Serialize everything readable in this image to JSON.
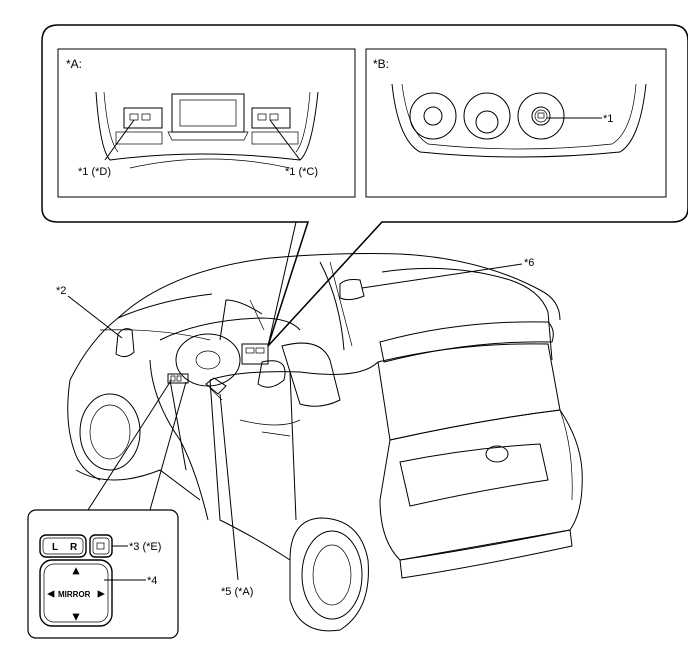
{
  "inset_top": {
    "panel_a": {
      "title": "*A:",
      "callout_left": "*1 (*D)",
      "callout_right": "*1 (*C)"
    },
    "panel_b": {
      "title": "*B:",
      "callout": "*1"
    }
  },
  "vehicle": {
    "callout_2": "*2",
    "callout_6": "*6",
    "callout_5": "*5 (*A)"
  },
  "inset_switch": {
    "button_l": "L",
    "button_r": "R",
    "mirror_label": "MIRROR",
    "callout_3": "*3 (*E)",
    "callout_4": "*4"
  }
}
